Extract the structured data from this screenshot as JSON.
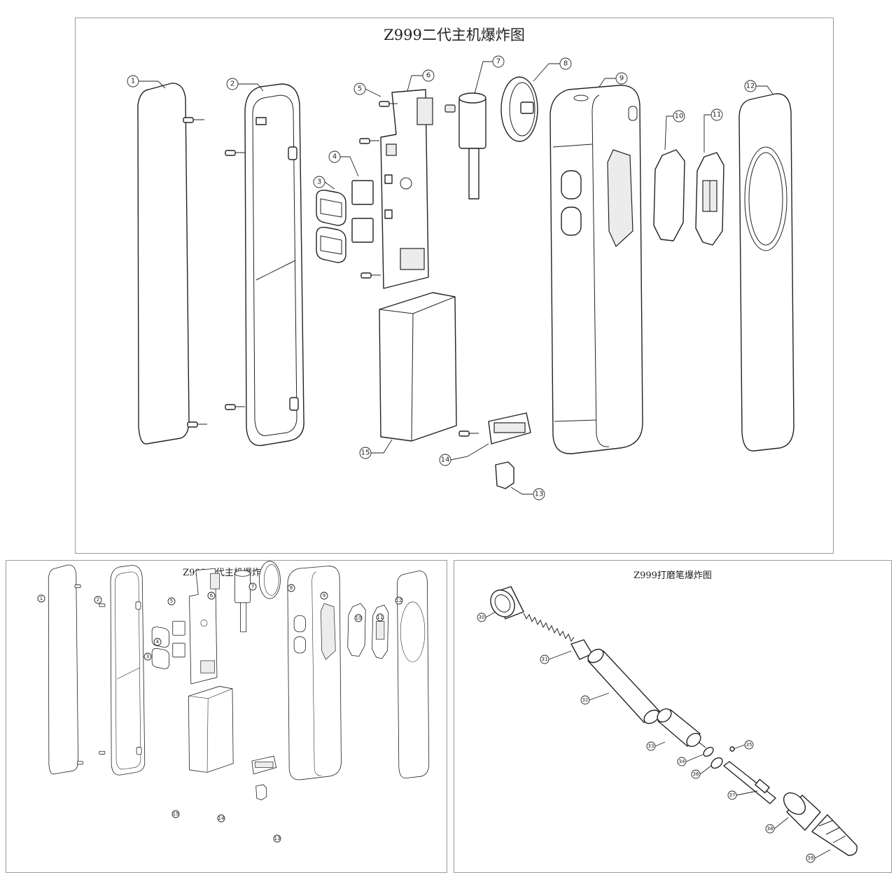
{
  "top_panel": {
    "title": "Z999二代主机爆炸图"
  },
  "bottom_left_panel": {
    "title": "Z999二代主机爆炸图"
  },
  "bottom_right_panel": {
    "title": "Z999打磨笔爆炸图"
  },
  "host_labels": [
    "1",
    "2",
    "3",
    "4",
    "5",
    "6",
    "7",
    "8",
    "9",
    "10",
    "11",
    "12",
    "13",
    "14",
    "15"
  ],
  "pen_labels": [
    "30",
    "31",
    "32",
    "33",
    "34",
    "35",
    "36",
    "37",
    "38",
    "39"
  ]
}
